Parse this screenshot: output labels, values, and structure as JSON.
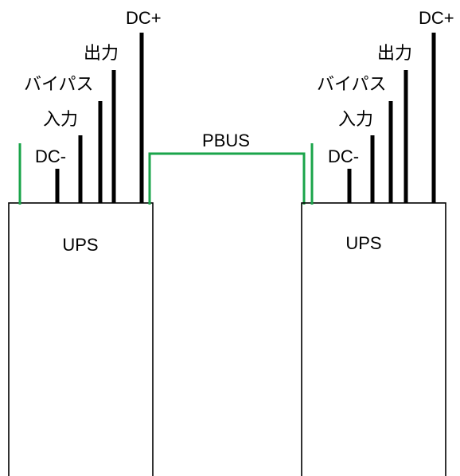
{
  "labels": {
    "dc_minus": "DC-",
    "input": "入力",
    "bypass": "バイパス",
    "output": "出力",
    "dc_plus": "DC+",
    "bus": "PBUS",
    "ups": "UPS"
  },
  "colors": {
    "background": "#ffffff",
    "line": "#000000",
    "bus": "#1aa44a"
  }
}
